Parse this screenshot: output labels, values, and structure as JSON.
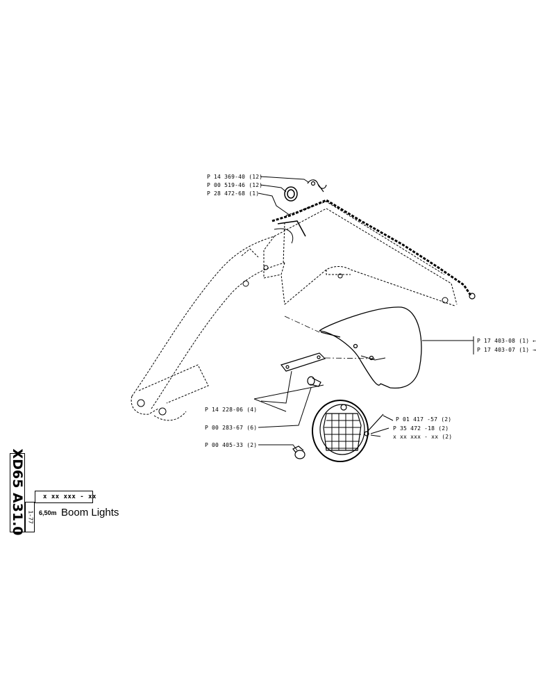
{
  "callouts": {
    "p1": "P 14 369-40 (12)",
    "p2": "P 00 519-46 (12)",
    "p3": "P 28 472-68 (1)",
    "p4": "P 17 403-08 (1) ←",
    "p5": "P 17 403-07 (1) →",
    "p6": "P 01 417 -57 (2)",
    "p7": "P 35 472 -18 (2)",
    "p8": "x xx xxx - xx (2)",
    "p9": "P 14 228-06 (4)",
    "p10": "P 00 283-67 (6)",
    "p11": "P 00 405-33 (2)"
  },
  "title_block": {
    "code": "XD65 A31.0",
    "date": "1-77",
    "part_number": "x xx xxx - xx",
    "size_label": "6,50m",
    "title": "Boom Lights"
  }
}
